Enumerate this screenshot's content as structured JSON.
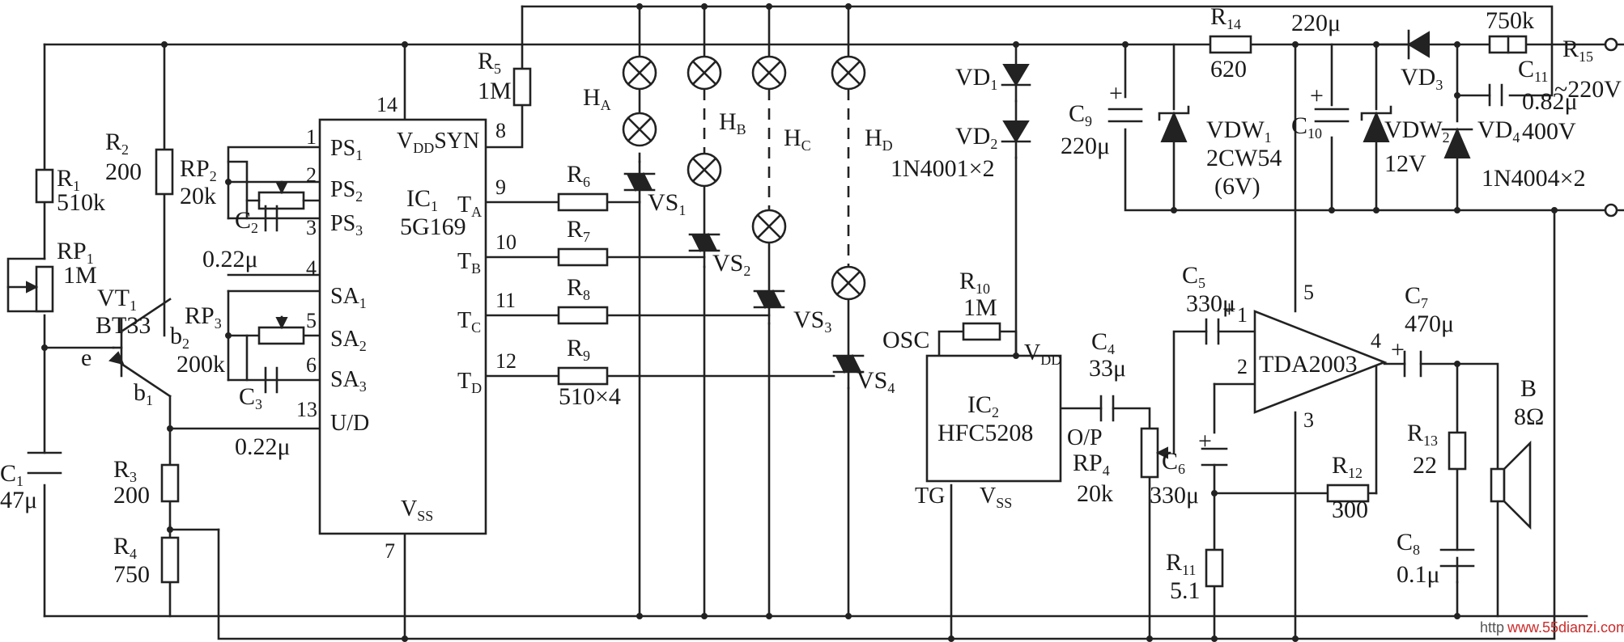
{
  "ic1": {
    "ref": "IC",
    "sub": "1",
    "part": "5G169",
    "pins_left": [
      {
        "n": "1",
        "name": "PS",
        "sub": "1"
      },
      {
        "n": "2",
        "name": "PS",
        "sub": "2"
      },
      {
        "n": "3",
        "name": "PS",
        "sub": "3"
      },
      {
        "n": "4",
        "name": "SA",
        "sub": "1"
      },
      {
        "n": "5",
        "name": "SA",
        "sub": "2"
      },
      {
        "n": "6",
        "name": "SA",
        "sub": "3"
      },
      {
        "n": "13",
        "name": "U/D",
        "sub": ""
      }
    ],
    "pins_right": [
      {
        "n": "9",
        "name": "T",
        "sub": "A"
      },
      {
        "n": "10",
        "name": "T",
        "sub": "B"
      },
      {
        "n": "11",
        "name": "T",
        "sub": "C"
      },
      {
        "n": "12",
        "name": "T",
        "sub": "D"
      }
    ],
    "vdd": "V",
    "vdd_sub": "DD",
    "syn": "SYN",
    "vss": "V",
    "vss_sub": "SS",
    "pin14": "14",
    "pin8": "8",
    "pin7": "7"
  },
  "ic2": {
    "ref": "IC",
    "sub": "2",
    "part": "HFC5208",
    "vdd": "V",
    "vdd_sub": "DD",
    "vss": "V",
    "vss_sub": "SS",
    "tg": "TG",
    "osc": "OSC",
    "op": "O/P"
  },
  "amp": {
    "part": "TDA2003",
    "pin1": "1",
    "pin2": "2",
    "pin3": "3",
    "pin4": "4",
    "pin5": "5"
  },
  "parts": {
    "r1": {
      "ref": "R",
      "sub": "1",
      "value": "510k"
    },
    "rp1": {
      "ref": "RP",
      "sub": "1",
      "value": "1M"
    },
    "vt1": {
      "ref": "VT",
      "sub": "1",
      "value": "BT33"
    },
    "e": "e",
    "b2": "b",
    "b2sub": "2",
    "b1": "b",
    "b1sub": "1",
    "c1": {
      "ref": "C",
      "sub": "1",
      "value": "47μ"
    },
    "r2": {
      "ref": "R",
      "sub": "2",
      "value": "200"
    },
    "rp2": {
      "ref": "RP",
      "sub": "2",
      "value": "20k"
    },
    "c2": {
      "ref": "C",
      "sub": "2",
      "value": "0.22μ"
    },
    "rp3": {
      "ref": "RP",
      "sub": "3",
      "value": "200k"
    },
    "c3": {
      "ref": "C",
      "sub": "3",
      "value": "0.22μ"
    },
    "r3": {
      "ref": "R",
      "sub": "3",
      "value": "200"
    },
    "r4": {
      "ref": "R",
      "sub": "4",
      "value": "750"
    },
    "r5": {
      "ref": "R",
      "sub": "5",
      "value": "1M"
    },
    "r6": {
      "ref": "R",
      "sub": "6"
    },
    "r7": {
      "ref": "R",
      "sub": "7"
    },
    "r8": {
      "ref": "R",
      "sub": "8"
    },
    "r9": {
      "ref": "R",
      "sub": "9",
      "value": "510×4"
    },
    "ha": {
      "ref": "H",
      "sub": "A"
    },
    "hb": {
      "ref": "H",
      "sub": "B"
    },
    "hc": {
      "ref": "H",
      "sub": "C"
    },
    "hd": {
      "ref": "H",
      "sub": "D"
    },
    "vs1": {
      "ref": "VS",
      "sub": "1"
    },
    "vs2": {
      "ref": "VS",
      "sub": "2"
    },
    "vs3": {
      "ref": "VS",
      "sub": "3"
    },
    "vs4": {
      "ref": "VS",
      "sub": "4"
    },
    "vd1": {
      "ref": "VD",
      "sub": "1"
    },
    "vd2": {
      "ref": "VD",
      "sub": "2",
      "value": "1N4001×2"
    },
    "r10": {
      "ref": "R",
      "sub": "10",
      "value": "1M"
    },
    "c4": {
      "ref": "C",
      "sub": "4",
      "value": "33μ"
    },
    "rp4": {
      "ref": "RP",
      "sub": "4",
      "value": "20k"
    },
    "c5": {
      "ref": "C",
      "sub": "5",
      "value": "330μ"
    },
    "c6": {
      "ref": "C",
      "sub": "6",
      "value": "330μ"
    },
    "r11": {
      "ref": "R",
      "sub": "11",
      "value": "5.1"
    },
    "r12": {
      "ref": "R",
      "sub": "12",
      "value": "300"
    },
    "c7": {
      "ref": "C",
      "sub": "7",
      "value": "470μ"
    },
    "r13": {
      "ref": "R",
      "sub": "13",
      "value": "22"
    },
    "c8": {
      "ref": "C",
      "sub": "8",
      "value": "0.1μ"
    },
    "spk": {
      "ref": "B",
      "value": "8Ω"
    },
    "c9": {
      "ref": "C",
      "sub": "9",
      "value": "220μ"
    },
    "r14": {
      "ref": "R",
      "sub": "14",
      "value": "620"
    },
    "vdw1": {
      "ref": "VDW",
      "sub": "1",
      "value": "2CW54",
      "value2": "(6V)"
    },
    "c10": {
      "ref": "C",
      "sub": "10",
      "value": "220μ"
    },
    "vdw2": {
      "ref": "VDW",
      "sub": "2",
      "value": "12V"
    },
    "vd3": {
      "ref": "VD",
      "sub": "3"
    },
    "r15": {
      "ref": "R",
      "sub": "15",
      "value": "750k"
    },
    "c11": {
      "ref": "C",
      "sub": "11",
      "value": "0.82μ",
      "value2": "400V"
    },
    "vd4": {
      "ref": "VD",
      "sub": "4",
      "value": "1N4004×2"
    },
    "ac": "~220V"
  },
  "watermark": {
    "prefix": "http",
    "url": "www.55dianzi.com"
  },
  "colors": {
    "wire": "#222222",
    "watermark": "#cc2a2a"
  }
}
